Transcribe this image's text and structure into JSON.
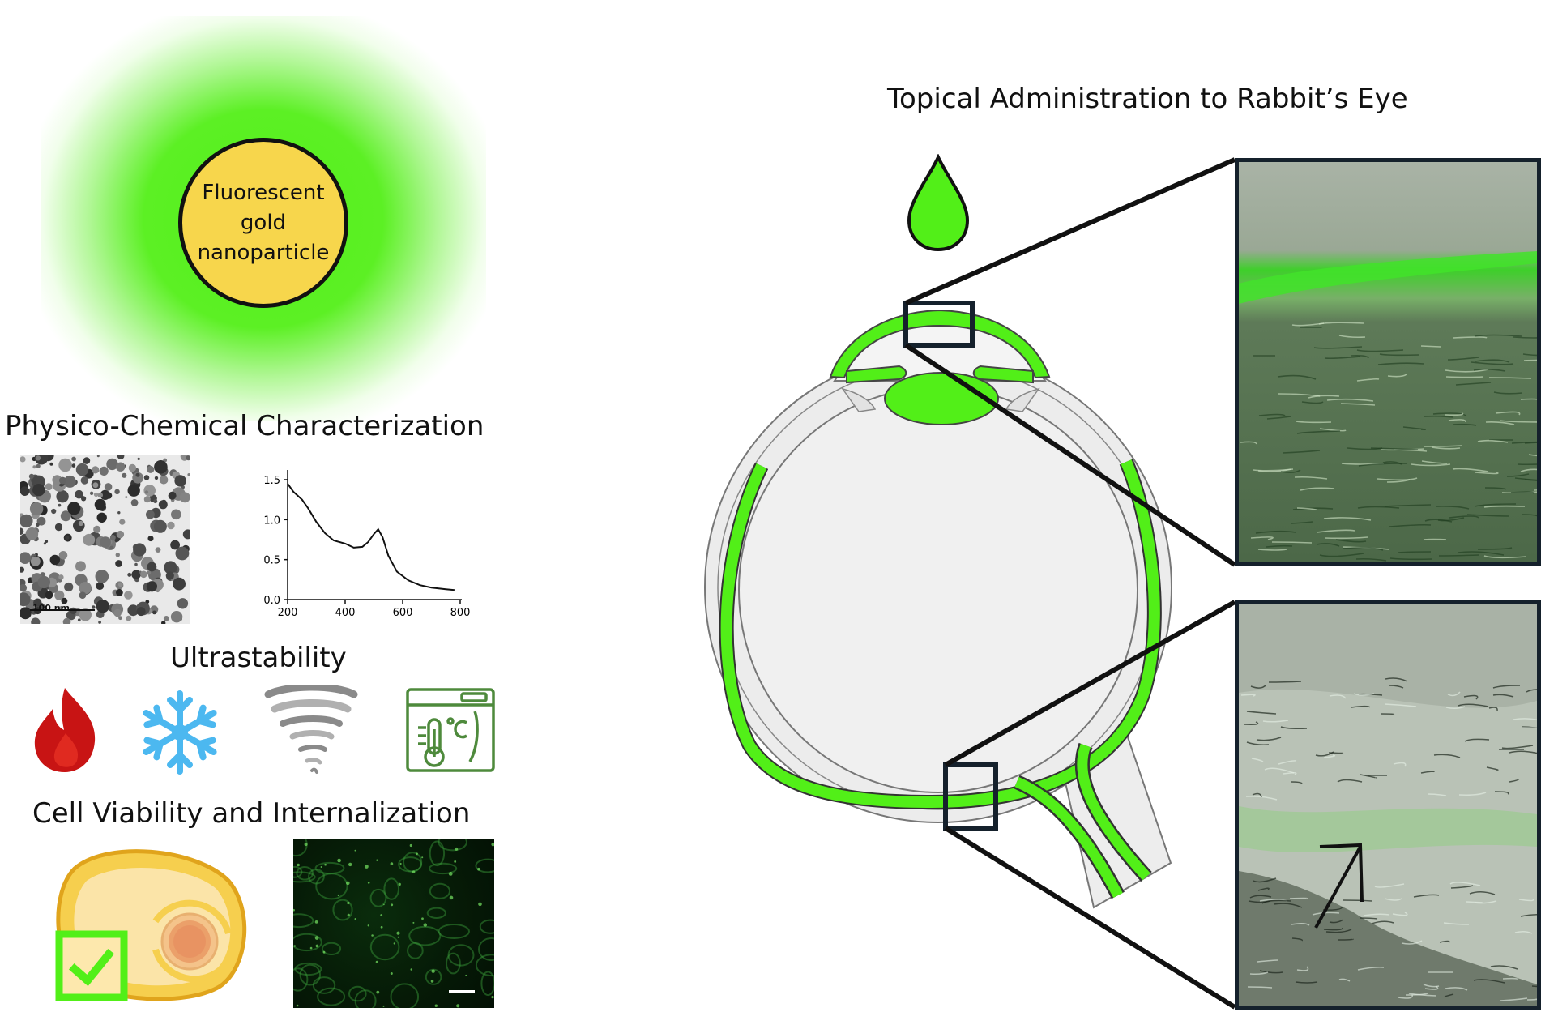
{
  "nanoparticle_label": [
    "Fluorescent",
    "gold",
    "nanoparticle"
  ],
  "headings": {
    "physico": "Physico-Chemical Characterization",
    "ultrastability": "Ultrastability",
    "cell": "Cell Viability and Internalization",
    "topical": "Topical Administration to Rabbit’s Eye"
  },
  "tem_scale_label": "100 nm",
  "icons": [
    "flame-icon",
    "snowflake-icon",
    "tornado-icon",
    "incubator-thermometer-icon",
    "cell-icon",
    "checkmark-icon",
    "eye-drop-icon"
  ],
  "colors": {
    "fluorescent_green": "#52ef18",
    "gold": "#f7d64c",
    "flame": "#c81414",
    "snow": "#4cb8f0",
    "incubator": "#4e8a3c",
    "cell": "#f6cf4e",
    "frame": "#15212c"
  },
  "chart_data": {
    "type": "line",
    "title": "",
    "xlabel": "",
    "ylabel": "",
    "xlim": [
      200,
      800
    ],
    "ylim": [
      0,
      1.5
    ],
    "xticks": [
      "200",
      "400",
      "600",
      "800"
    ],
    "yticks": [
      "0.0",
      "0.5",
      "1.0",
      "1.5"
    ],
    "grid": false,
    "series": [
      {
        "x": [
          200,
          220,
          250,
          270,
          300,
          330,
          360,
          400,
          430,
          460,
          480,
          500,
          515,
          530,
          550,
          580,
          620,
          660,
          700,
          750,
          780
        ],
        "y": [
          1.45,
          1.35,
          1.25,
          1.15,
          0.97,
          0.83,
          0.74,
          0.7,
          0.65,
          0.66,
          0.72,
          0.82,
          0.88,
          0.78,
          0.55,
          0.35,
          0.24,
          0.18,
          0.15,
          0.13,
          0.12
        ]
      }
    ]
  }
}
